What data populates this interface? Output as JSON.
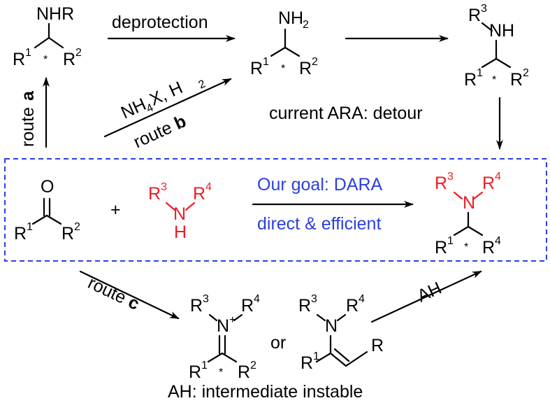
{
  "labels": {
    "deprotection": "deprotection",
    "route": "route",
    "a": "a",
    "b": "b",
    "c": "c",
    "nh4x_main": "NH",
    "nh4x_sub": "4",
    "nh4x_tail": "X, H",
    "h2_sub": "2",
    "current_ara": "current ARA: detour",
    "our_goal": "Our goal: DARA",
    "direct": "direct & efficient",
    "ah": "AH",
    "or": "or",
    "plus": "+",
    "ah_instable": "AH: intermediate instable"
  },
  "atoms": {
    "nhr": "NHR",
    "nh": "NH",
    "n": "N",
    "h": "H",
    "o": "O",
    "r": "R",
    "r1": "R",
    "r2": "R",
    "r3": "R",
    "r4": "R",
    "one": "1",
    "two": "2",
    "three": "3",
    "four": "4",
    "plus_charge": "+",
    "star": "*"
  },
  "colors": {
    "black": "#000000",
    "red": "#ee1c25",
    "blue": "#2b3fe0"
  }
}
